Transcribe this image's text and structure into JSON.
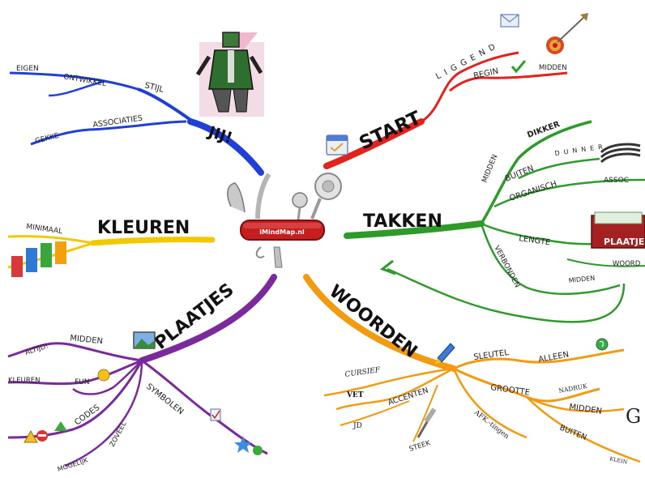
{
  "center": {
    "label": "iMindMap.nl"
  },
  "branches": {
    "jij": {
      "label": "JIJ!",
      "color": "#1f3fd6",
      "words": {
        "eigen": "EIGEN",
        "ontwikkel": "ONTWIKKEL",
        "stijl": "STIJL",
        "associaties": "ASSOCIATIES",
        "gekke": "GEKKE"
      }
    },
    "start": {
      "label": "START",
      "color": "#e3221c",
      "words": {
        "liggend": "LIGGEND",
        "begin": "BEGIN",
        "midden": "MIDDEN"
      }
    },
    "takken": {
      "label": "TAKKEN",
      "color": "#2e9a2a",
      "words": {
        "midden": "MIDDEN",
        "dikker": "DIKKER",
        "buiten": "BUITEN",
        "dunner": "DUNNER",
        "organisch": "ORGANISCH",
        "assoc": "ASSOC",
        "lengte": "LENGTE",
        "plaatje": "PLAATJE",
        "verbonden": "VERBONDEN",
        "woord": "WOORD",
        "midden2": "MIDDEN"
      }
    },
    "kleuren": {
      "label": "KLEUREN",
      "color": "#f2c800",
      "words": {
        "minimaal": "MINIMAAL"
      }
    },
    "plaatjes": {
      "label": "PLAATJES",
      "color": "#7a2a9a",
      "words": {
        "altijd": "ALTIJD!",
        "midden": "MIDDEN",
        "kleuren": "KLEUREN",
        "fun": "FUN",
        "codes": "CODES",
        "symbolen": "SYMBOLEN",
        "mogelijk": "MOGELIJK",
        "zoveel": "ZOVEEL"
      }
    },
    "woorden": {
      "label": "WOORDEN",
      "color": "#f29a10",
      "words": {
        "cursief": "CURSIEF",
        "vet": "VET",
        "jd": "JD",
        "accenten": "ACCENTEN",
        "steek": "STEEK",
        "sleutel": "SLEUTEL",
        "alleen": "ALLEEN",
        "afkortingen": "AFK.-tingen",
        "grootte": "GROOTTE",
        "nadruk": "NADRUK",
        "midden": "MIDDEN",
        "buiten": "BUITEN",
        "klein": "KLEIN",
        "groot": "G"
      }
    }
  },
  "icons": [
    "person-illustration-icon",
    "swiss-army-knife-icon",
    "envelope-icon",
    "dart-target-icon",
    "checkmark-icon",
    "calendar-icon",
    "book-stack-icon",
    "picture-frame-icon",
    "pen-icon",
    "globe-icon",
    "smiley-icon",
    "warning-icon",
    "no-entry-icon",
    "triangle-icon",
    "checklist-icon",
    "star-icon",
    "question-icon",
    "syringe-icon"
  ]
}
